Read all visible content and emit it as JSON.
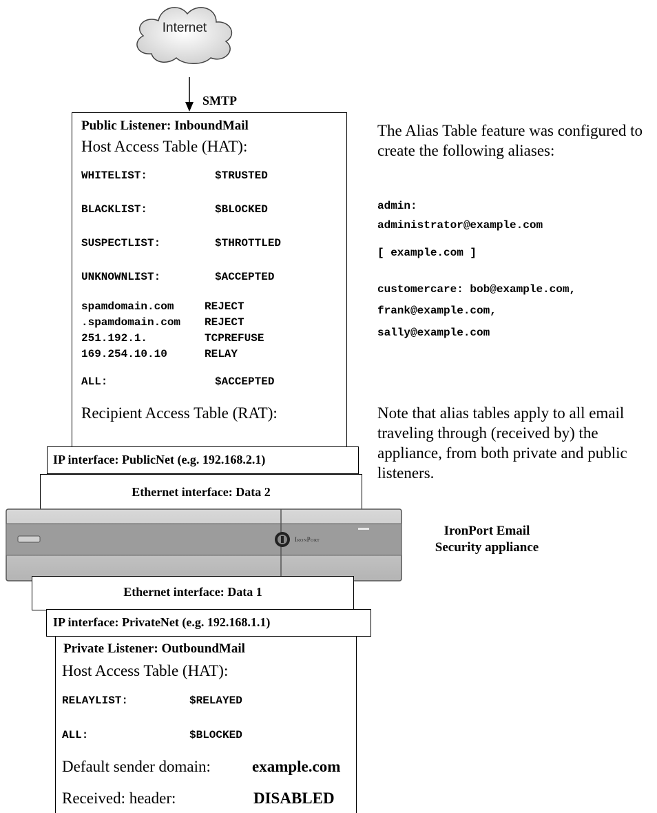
{
  "cloud": {
    "label": "Internet"
  },
  "smtp_label": "SMTP",
  "public_listener": {
    "title": "Public Listener: InboundMail",
    "hat_heading": "Host Access Table (HAT):",
    "hat_rows": [
      {
        "key": "WHITELIST:",
        "value": "$TRUSTED"
      },
      {
        "key": "BLACKLIST:",
        "value": "$BLOCKED"
      },
      {
        "key": "SUSPECTLIST:",
        "value": "$THROTTLED"
      },
      {
        "key": "UNKNOWNLIST:",
        "value": "$ACCEPTED"
      },
      {
        "key": "spamdomain.com",
        "value": "REJECT"
      },
      {
        "key": ".spamdomain.com",
        "value": "REJECT"
      },
      {
        "key": "251.192.1.",
        "value": "TCPREFUSE"
      },
      {
        "key": "169.254.10.10",
        "value": "RELAY"
      },
      {
        "key": "ALL:",
        "value": "$ACCEPTED"
      }
    ],
    "rat_heading": "Recipient Access Table (RAT):"
  },
  "ip_public": "IP interface: PublicNet (e.g. 192.168.2.1)",
  "eth_data2": "Ethernet interface: Data 2",
  "appliance": {
    "brand": "IronPort",
    "label_line1": "IronPort Email",
    "label_line2": "Security appliance"
  },
  "eth_data1": "Ethernet interface: Data 1",
  "ip_private": "IP interface: PrivateNet (e.g. 192.168.1.1)",
  "private_listener": {
    "title": "Private Listener: OutboundMail",
    "hat_heading": "Host Access Table (HAT):",
    "hat_rows": [
      {
        "key": "RELAYLIST:",
        "value": "$RELAYED"
      },
      {
        "key": "ALL:",
        "value": "$BLOCKED"
      }
    ],
    "default_sender_label": "Default sender domain:",
    "default_sender_value": "example.com",
    "received_label": "Received: header:",
    "received_value": "DISABLED"
  },
  "alias_note": {
    "intro": "The Alias Table feature was configured to create the following aliases:",
    "line_admin": "admin:",
    "line_admin_addr": "administrator@example.com",
    "line_domain": "[ example.com ]",
    "line_cc1": "customercare: bob@example.com,",
    "line_cc2": "frank@example.com,",
    "line_cc3": "sally@example.com"
  },
  "scope_note": "Note that alias tables apply to all email traveling through (received by) the appliance, from both private and public listeners."
}
